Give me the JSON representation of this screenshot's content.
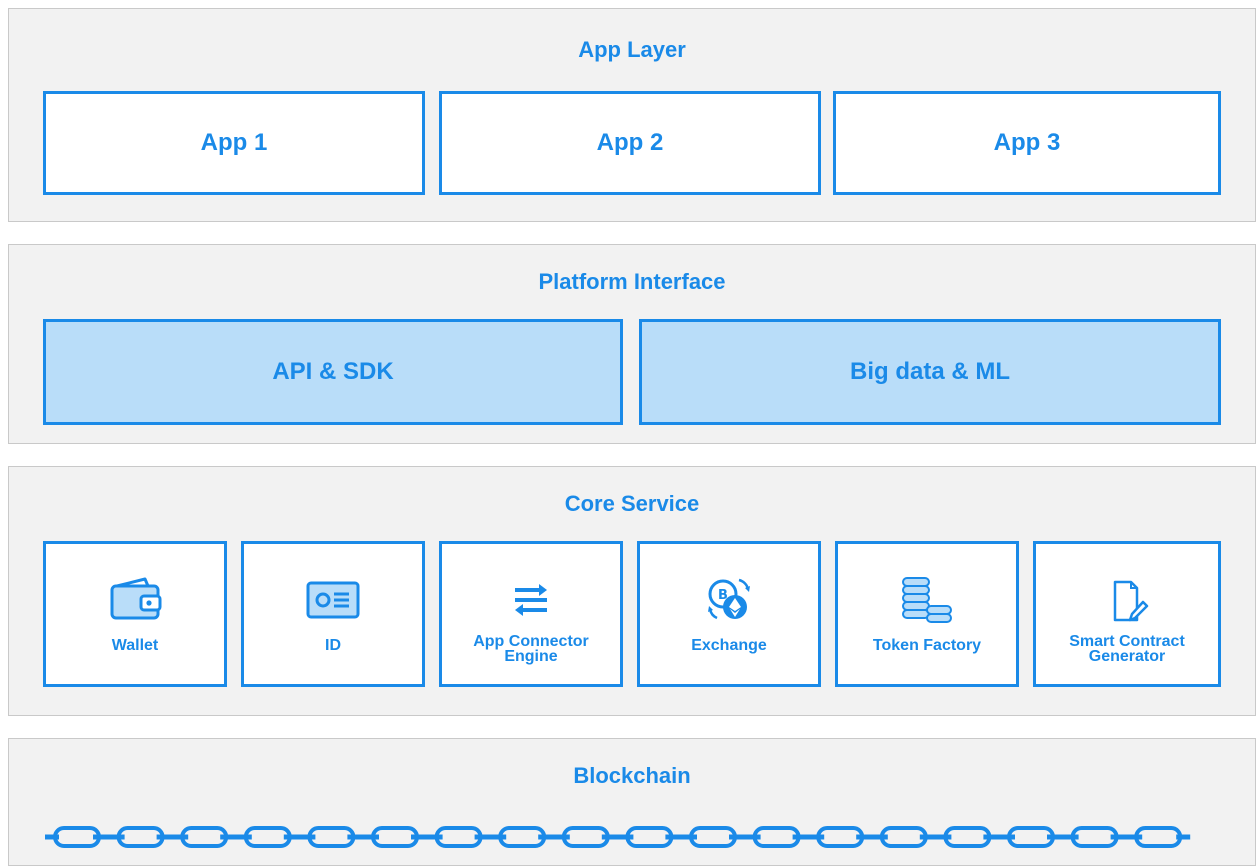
{
  "colors": {
    "accent": "#1a8ae8",
    "light_fill": "#b9ddf9",
    "layer_bg": "#f2f2f2"
  },
  "app_layer": {
    "title": "App Layer",
    "apps": [
      "App 1",
      "App 2",
      "App 3"
    ]
  },
  "platform_interface": {
    "title": "Platform Interface",
    "items": [
      "API & SDK",
      "Big data & ML"
    ]
  },
  "core_service": {
    "title": "Core Service",
    "items": [
      {
        "icon": "wallet-icon",
        "label": "Wallet"
      },
      {
        "icon": "id-card-icon",
        "label": "ID"
      },
      {
        "icon": "arrows-exchange-icon",
        "label": "App Connector Engine"
      },
      {
        "icon": "crypto-exchange-icon",
        "label": "Exchange"
      },
      {
        "icon": "coin-stack-icon",
        "label": "Token Factory"
      },
      {
        "icon": "document-pen-icon",
        "label": "Smart Contract Generator"
      }
    ]
  },
  "blockchain": {
    "title": "Blockchain",
    "icon": "chain-icon",
    "link_count": 18
  }
}
